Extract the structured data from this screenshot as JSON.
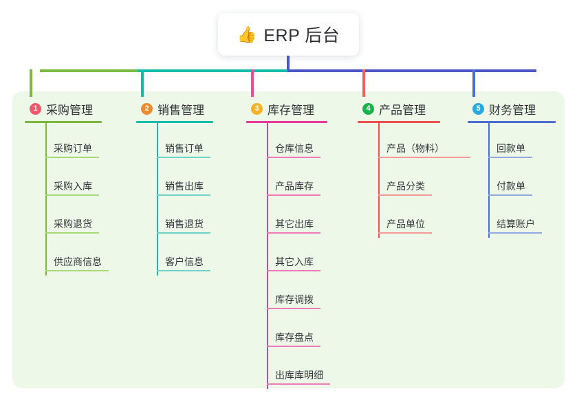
{
  "diagram": {
    "type": "mind-map",
    "root": {
      "icon": "thumbs-up-icon",
      "icon_glyph": "👍",
      "title": "ERP 后台"
    },
    "panel_color": "#eef8e8",
    "connector_segments": [
      {
        "name": "stem",
        "color": "#4a57c4"
      },
      {
        "name": "left-green",
        "color": "#7cb93f"
      },
      {
        "name": "mid-teal",
        "color": "#14bdaa"
      },
      {
        "name": "right-blue",
        "color": "#4a57c4"
      }
    ],
    "columns": [
      {
        "index": "1",
        "title": "采购管理",
        "badge_color": "#f2576a",
        "line_color": "#7cb93f",
        "sub_line_color": "#a6d977",
        "drop_color": "#7cb93f",
        "items": [
          "采购订单",
          "采购入库",
          "采购退货",
          "供应商信息"
        ]
      },
      {
        "index": "2",
        "title": "销售管理",
        "badge_color": "#f08a2c",
        "line_color": "#14bdaa",
        "sub_line_color": "#6fd2c6",
        "drop_color": "#14bdaa",
        "items": [
          "销售订单",
          "销售出库",
          "销售退货",
          "客户信息"
        ]
      },
      {
        "index": "3",
        "title": "库存管理",
        "badge_color": "#f5b225",
        "line_color": "#e8399a",
        "sub_line_color": "#ef7ab8",
        "drop_color": "#ee4e96",
        "items": [
          "仓库信息",
          "产品库存",
          "其它出库",
          "其它入库",
          "库存调拨",
          "库存盘点",
          "出库库明细"
        ]
      },
      {
        "index": "4",
        "title": "产品管理",
        "badge_color": "#19b34c",
        "line_color": "#ef4f4f",
        "sub_line_color": "#f49a96",
        "drop_color": "#f4615c",
        "items": [
          "产品（物料）",
          "产品分类",
          "产品单位"
        ]
      },
      {
        "index": "5",
        "title": "财务管理",
        "badge_color": "#27a9e1",
        "line_color": "#4a6fd0",
        "sub_line_color": "#92aae0",
        "drop_color": "#4a6fd0",
        "items": [
          "回款单",
          "付款单",
          "结算账户"
        ]
      }
    ]
  }
}
